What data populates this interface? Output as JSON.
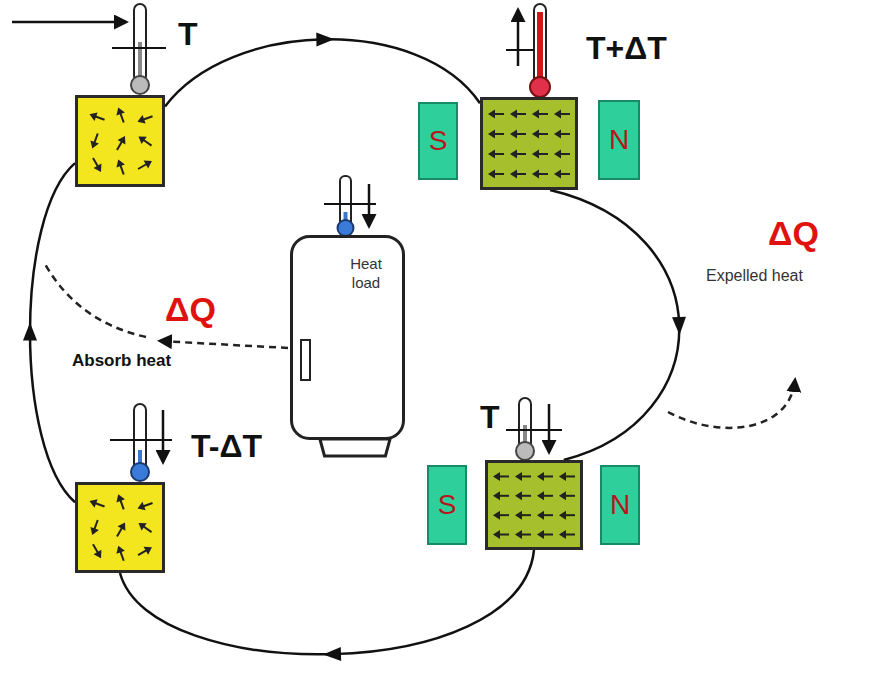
{
  "diagram": {
    "nodes": [
      {
        "text": [
          "T"
        ]
      },
      {
        "text": [
          "S"
        ]
      },
      {
        "text": [
          "T+ΔT"
        ]
      },
      {
        "text": [
          "N"
        ]
      },
      {
        "text": [
          "Heat load"
        ]
      },
      {
        "text": [
          "T-ΔT"
        ]
      },
      {
        "text": [
          "S"
        ]
      },
      {
        "text": [
          "T"
        ]
      },
      {
        "text": [
          "N"
        ]
      }
    ],
    "edges": [
      {
        "from": 0,
        "to": 2,
        "arrow": "to"
      },
      {
        "from": 2,
        "to": 7,
        "arrow": "to"
      },
      {
        "from": 7,
        "to": 5,
        "arrow": "to"
      },
      {
        "from": 5,
        "to": 0,
        "arrow": "to"
      }
    ],
    "labels": [
      "ΔQ",
      "Absorb heat",
      "ΔQ",
      "Expelled heat"
    ]
  }
}
